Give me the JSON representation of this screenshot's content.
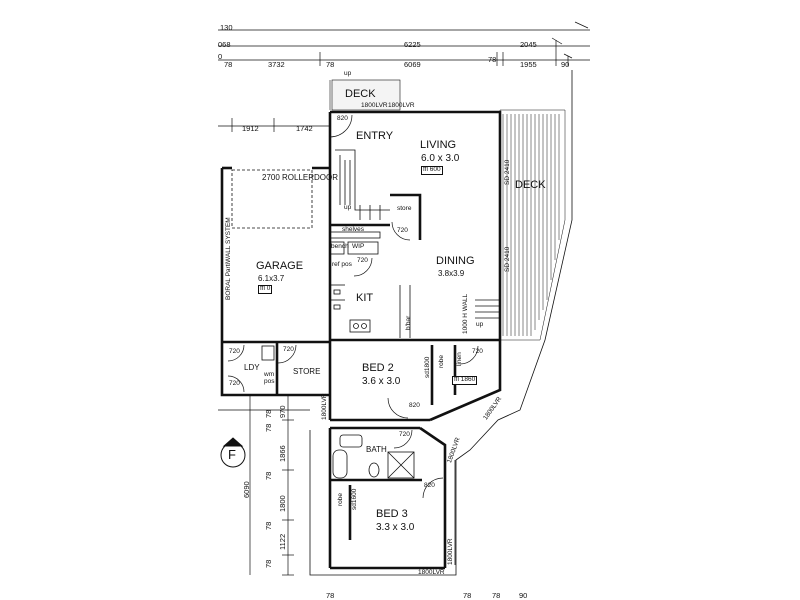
{
  "plan": {
    "rooms": {
      "entry": "ENTRY",
      "living": "LIVING",
      "living_size": "6.0 x 3.0",
      "living_ffl": "ffl 600",
      "deck_top": "DECK",
      "deck_right": "DECK",
      "garage": "GARAGE",
      "garage_size": "6.1x3.7",
      "garage_ffl": "ffl 0",
      "dining": "DINING",
      "dining_size": "3.8x3.9",
      "kit": "KIT",
      "bed2": "BED 2",
      "bed2_size": "3.6 x 3.0",
      "bed2_ffl": "ffl 1860",
      "bed3": "BED 3",
      "bed3_size": "3.3 x 3.0",
      "bath": "BATH",
      "store": "STORE",
      "store_small": "store",
      "ldy": "LDY",
      "wip": "WIP",
      "shelves": "shelves",
      "rollerdoor": "2700 ROLLERDOOR",
      "partiwall": "BORAL PartiWALL SYSTEM",
      "robe_bed2": "robe",
      "robe_bed3": "robe",
      "linen": "linen",
      "sd1800": "sd1800",
      "sd1600": "sd1600",
      "sd2410_top": "SD 2410",
      "sd2410_bot": "SD 2410",
      "bbar": "b'bar",
      "handrail": "1000 H WALL",
      "wm_pos": "wm pos",
      "ref_pos": "ref pos",
      "bench": "bench",
      "up1": "up",
      "up2": "up",
      "up3": "up",
      "north": "F"
    },
    "doors": {
      "d820_entry": "820",
      "d720_wip": "720",
      "d720_ref": "720",
      "d720_garage": "720",
      "d720_ldy1": "720",
      "d720_ldy2": "720",
      "d720_linen": "720",
      "d820_bed2": "820",
      "d720_bath": "720",
      "d820_bed3": "820"
    },
    "windows": {
      "w1": "1800LVR",
      "w2": "1800LVR",
      "w3": "1800LVR",
      "w4": "1800LVR",
      "w5": "1800LVR",
      "w6": "1800LVR",
      "w7": "1800LVR"
    },
    "dims": {
      "top_130": "130",
      "t_068": "068",
      "t_6225": "6225",
      "t_2045": "2045",
      "t_0": "0",
      "t_78a": "78",
      "t_3732": "3732",
      "t_78b": "78",
      "t_6069": "6069",
      "t_78c": "78",
      "t_1955": "1955",
      "t_90": "90",
      "m_1912": "1912",
      "m_1742": "1742",
      "l_78a": "78",
      "l_970": "970",
      "l_78b": "78",
      "l_1866": "1866",
      "l_78c": "78",
      "l_1800": "1800",
      "l_78d": "78",
      "l_1122": "1122",
      "l_78e": "78",
      "l_6090": "6090",
      "b_78a": "78",
      "b_78b": "78",
      "b_78c": "78",
      "b_90": "90"
    }
  }
}
